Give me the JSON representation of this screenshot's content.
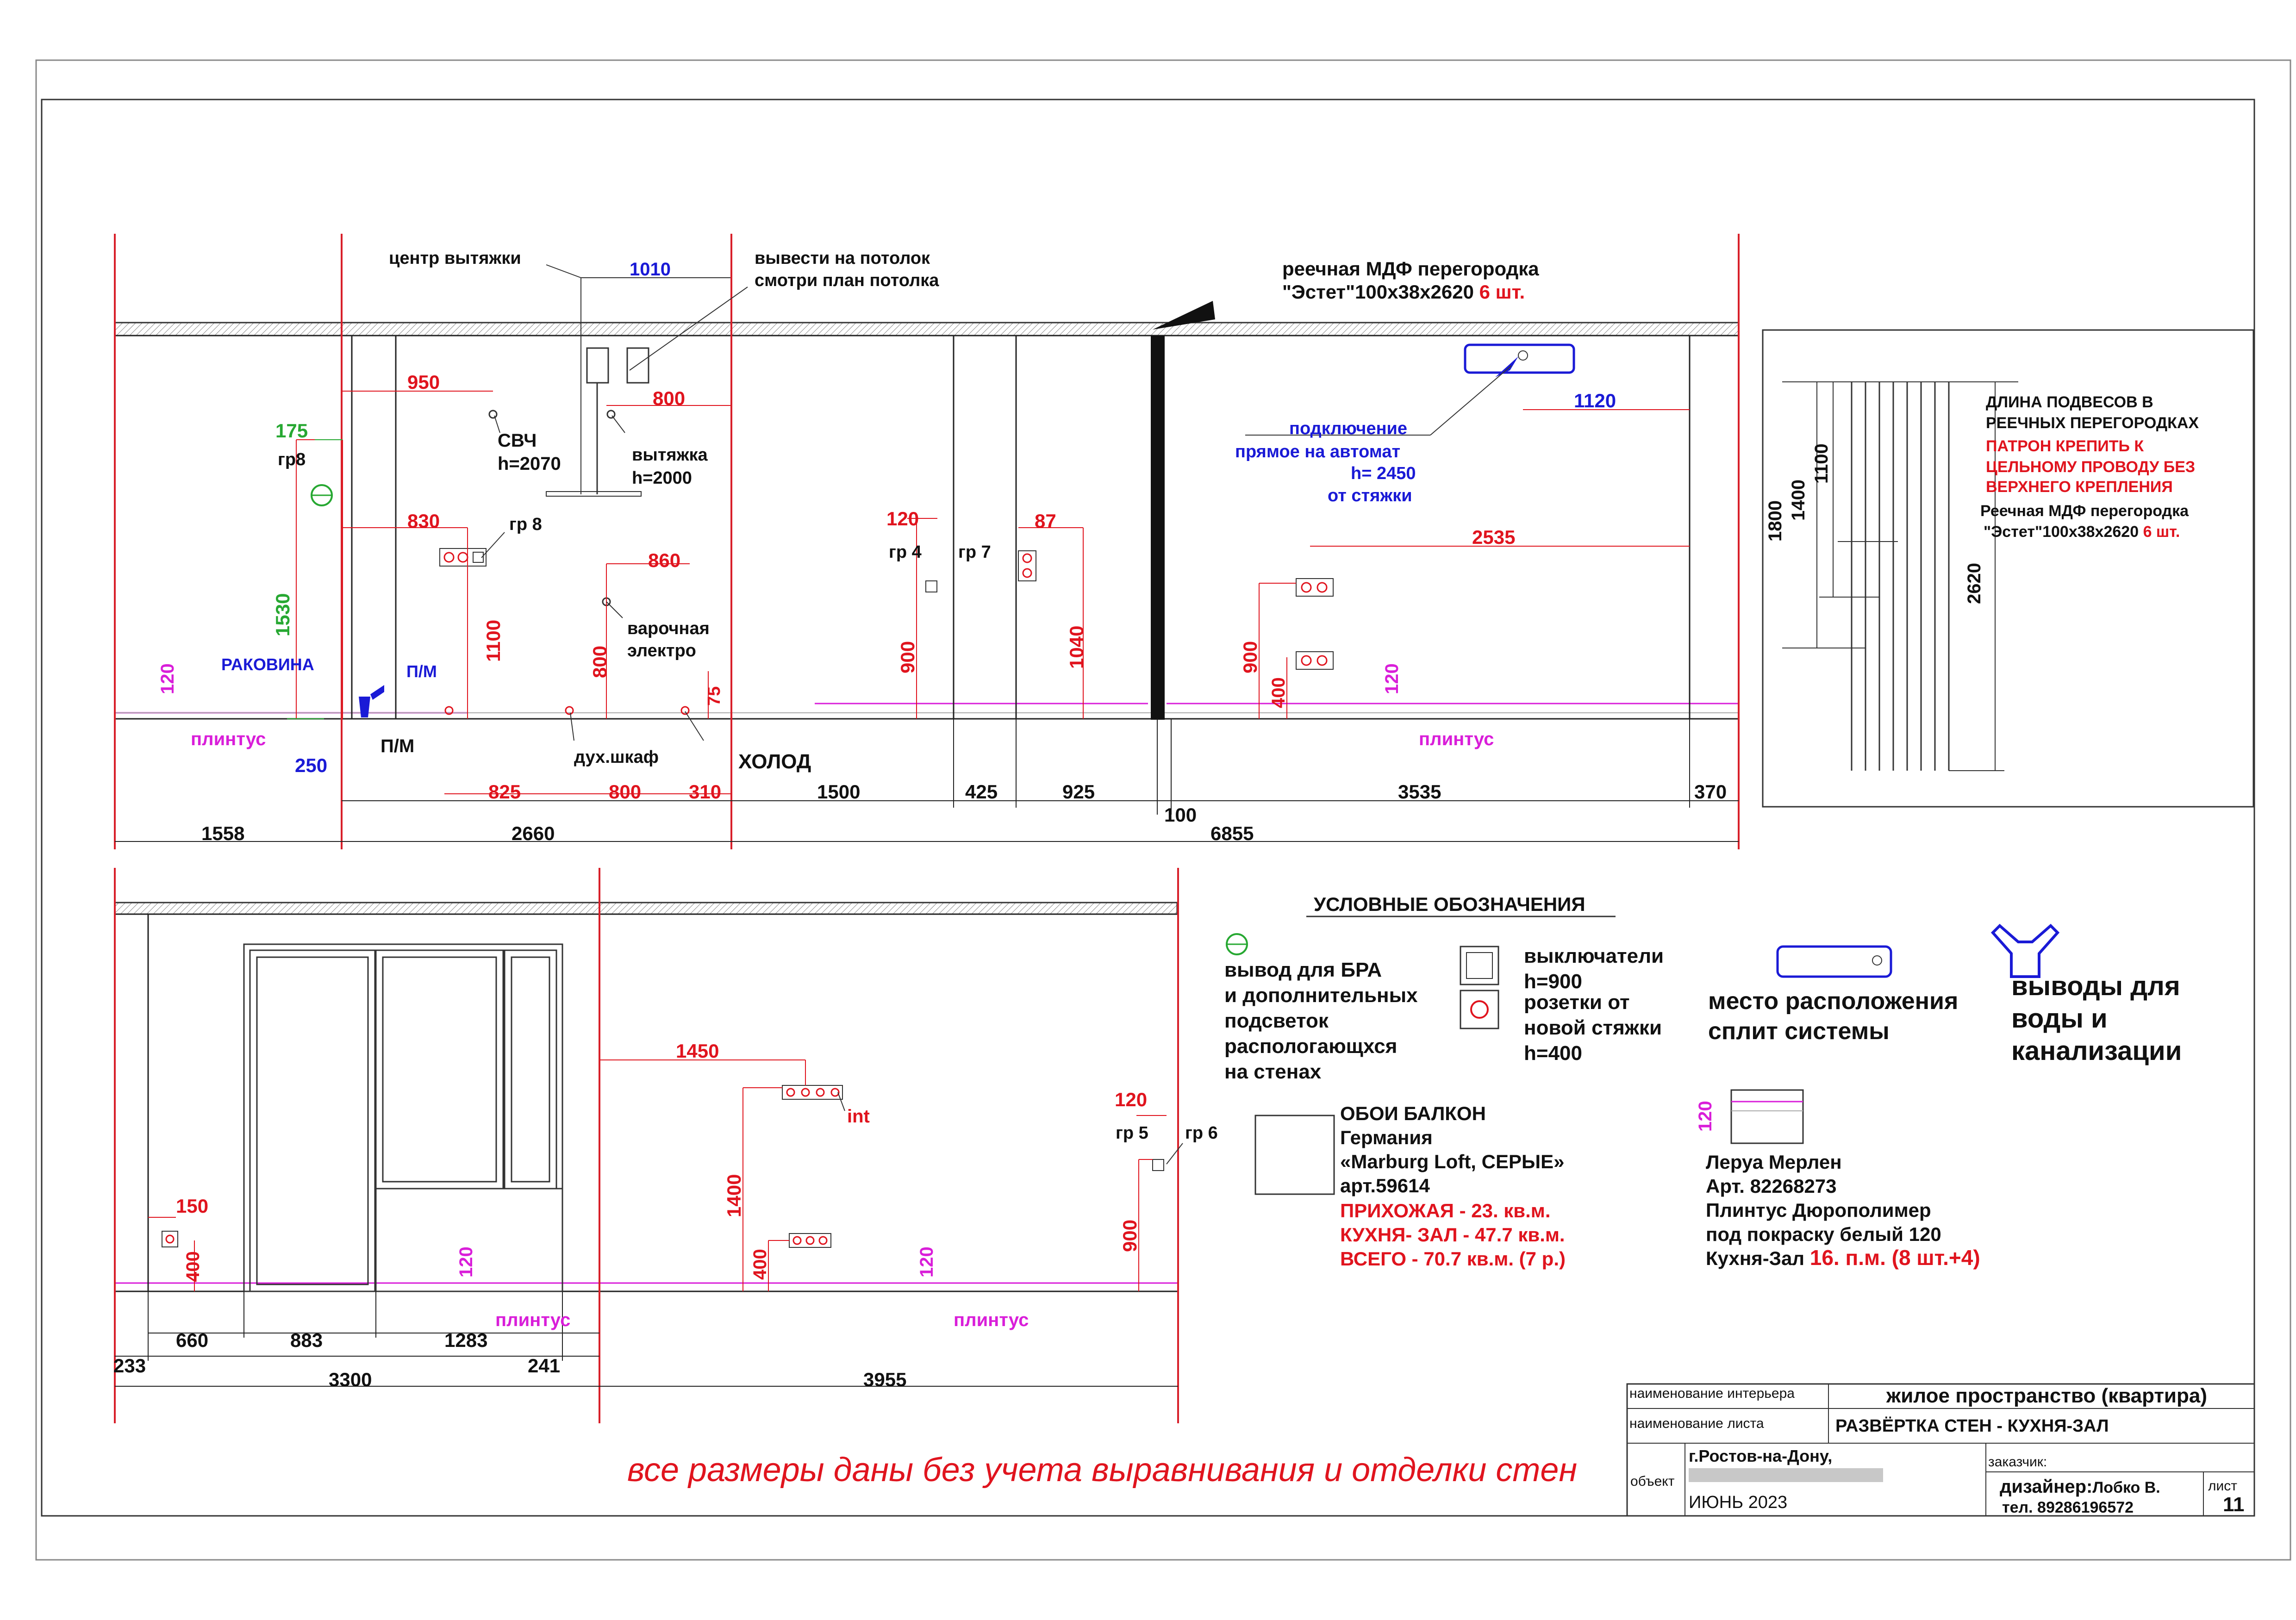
{
  "colors": {
    "dim_red": "#e0141e",
    "dim_blue": "#1a1ad6",
    "dim_green": "#27a832",
    "plinth": "#d91ed9",
    "wall_line": "#d8202a"
  },
  "top_wall": {
    "annotations": {
      "hood_center": "центр вытяжки",
      "hood_dim": "1010",
      "ceiling_note_1": "вывести на потолок",
      "ceiling_note_2": "смотри план потолка",
      "mdf_title": "реечная МДФ перегородка",
      "mdf_spec": "\"Эстет\"100х38х2620",
      "mdf_qty": "6 шт.",
      "d950": "950",
      "d800a": "800",
      "d175": "175",
      "gr8a": "гр8",
      "micro": "СВЧ",
      "micro_h": "h=2070",
      "hood": "вытяжка",
      "hood_h": "h=2000",
      "d830": "830",
      "gr8b": "гр 8",
      "d860": "860",
      "d1530": "1530",
      "d1100": "1100",
      "d800b": "800",
      "hob1": "варочная",
      "hob2": "электро",
      "d75": "75",
      "sink": "РАКОВИНА",
      "pm1": "П/М",
      "pm2": "П/М",
      "d120a": "120",
      "plinth1": "плинтус",
      "d250": "250",
      "oven": "дух.шкаф",
      "cold": "ХОЛОД",
      "d120b": "120",
      "gr4": "гр 4",
      "gr7": "гр 7",
      "d87": "87",
      "d900a": "900",
      "d1040": "1040",
      "conn1": "подключение",
      "conn2": "прямое на автомат",
      "conn3": "h= 2450",
      "conn4": "от стяжки",
      "d1120": "1120",
      "d2535": "2535",
      "d900b": "900",
      "d400a": "400",
      "d120c": "120",
      "plinth2": "плинтус"
    },
    "dims_row1": [
      "825",
      "800",
      "310",
      "1500",
      "425",
      "925",
      "3535",
      "370",
      "100"
    ],
    "dims_row2": [
      "1558",
      "2660",
      "6855"
    ]
  },
  "bottom_wall": {
    "annotations": {
      "d1450": "1450",
      "int": "int",
      "d1400": "1400",
      "d400b": "400",
      "d120d": "120",
      "plinth3": "плинтус",
      "d120e": "120",
      "plinth4": "плинтус",
      "d150": "150",
      "d400c": "400",
      "d120f": "120",
      "gr5": "гр 5",
      "gr6": "гр 6",
      "d900c": "900"
    },
    "dims_row1": [
      "660",
      "883",
      "1283",
      "233",
      "241"
    ],
    "dims_row2": [
      "3300",
      "3955"
    ]
  },
  "rail_detail": {
    "title_1": "ДЛИНА ПОДВЕСОВ В",
    "title_2": "РЕЕЧНЫХ ПЕРЕГОРОДКАХ",
    "warn_1": "ПАТРОН КРЕПИТЬ К",
    "warn_2": "ЦЕЛЬНОМУ ПРОВОДУ БЕЗ",
    "warn_3": "ВЕРХНЕГО КРЕПЛЕНИЯ",
    "spec_1": "Реечная МДФ перегородка",
    "spec_2": "\"Эстет\"100х38х2620",
    "spec_qty": "6 шт.",
    "dims": [
      "1800",
      "1400",
      "1100",
      "2620"
    ]
  },
  "legend": {
    "title": "УСЛОВНЫЕ ОБОЗНАЧЕНИЯ",
    "bra": [
      "вывод для БРА",
      "и дополнительных",
      "подсветок",
      "распологающхся",
      "на стенах"
    ],
    "switch": [
      "выключатели",
      "h=900"
    ],
    "socket": [
      "розетки от",
      "новой стяжки",
      "h=400"
    ],
    "split": [
      "место расположения",
      "сплит системы"
    ],
    "water": [
      "выводы для",
      "воды и",
      "канализации"
    ],
    "wallpaper": [
      "ОБОИ БАЛКОН",
      "Германия",
      "«Marburg  Loft, СЕРЫЕ»",
      "арт.59614"
    ],
    "wallpaper_red": [
      "ПРИХОЖАЯ - 23. кв.м.",
      "КУХНЯ- ЗАЛ - 47.7 кв.м.",
      "ВСЕГО - 70.7 кв.м. (7 р.)"
    ],
    "plinth_h": "120",
    "plinth": [
      "Леруа Мерлен",
      "Арт. 82268273",
      "Плинтус  Дюрополимер",
      "под покраску белый 120"
    ],
    "plinth_last": "Кухня-Зал",
    "plinth_last_red": "16. п.м. (8 шт.+4)"
  },
  "footer_note": "все размеры даны без учета  выравнивания и отделки стен",
  "titleblock": {
    "label_interior": "наименование интерьера",
    "value_interior": "жилое пространство (квартира)",
    "label_sheet": "наименование листа",
    "value_sheet": "РАЗВЁРТКА СТЕН - КУХНЯ-ЗАЛ",
    "label_object": "объект",
    "city": "г.Ростов-на-Дону,",
    "date": "ИЮНЬ 2023",
    "label_client": "заказчик:",
    "designer_label": "дизайнер:",
    "designer": "Лобко В.",
    "phone": "тел. 89286196572",
    "label_page": "лист",
    "page": "11"
  }
}
